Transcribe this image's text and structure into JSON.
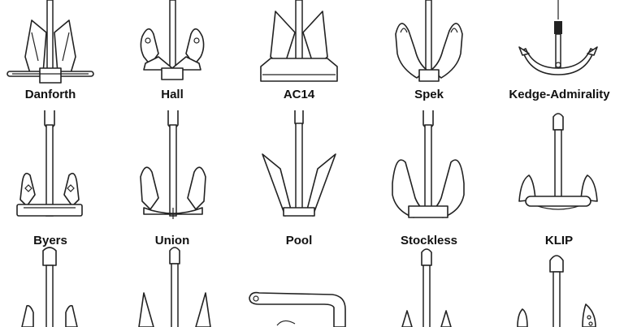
{
  "anchors": [
    {
      "name": "Danforth"
    },
    {
      "name": "Hall"
    },
    {
      "name": "AC14"
    },
    {
      "name": "Spek"
    },
    {
      "name": "Kedge-Admirality"
    },
    {
      "name": "Byers"
    },
    {
      "name": "Union"
    },
    {
      "name": "Pool"
    },
    {
      "name": "Stockless"
    },
    {
      "name": "KLIP"
    }
  ],
  "colors": {
    "ink": "#222222",
    "background": "#ffffff"
  }
}
